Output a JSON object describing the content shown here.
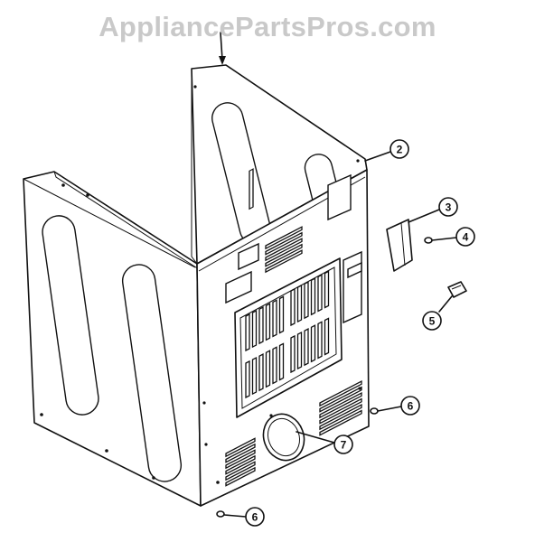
{
  "watermark": {
    "text": "AppliancePartsPros.com",
    "color": "#c9c9c9"
  },
  "diagram": {
    "line_color": "#111111",
    "callouts": [
      {
        "id": "1",
        "label": ""
      },
      {
        "id": "2",
        "label": "2"
      },
      {
        "id": "3",
        "label": "3"
      },
      {
        "id": "4",
        "label": "4"
      },
      {
        "id": "5",
        "label": "5"
      },
      {
        "id": "6a",
        "label": "6"
      },
      {
        "id": "6b",
        "label": "6"
      },
      {
        "id": "7",
        "label": "7"
      }
    ]
  }
}
